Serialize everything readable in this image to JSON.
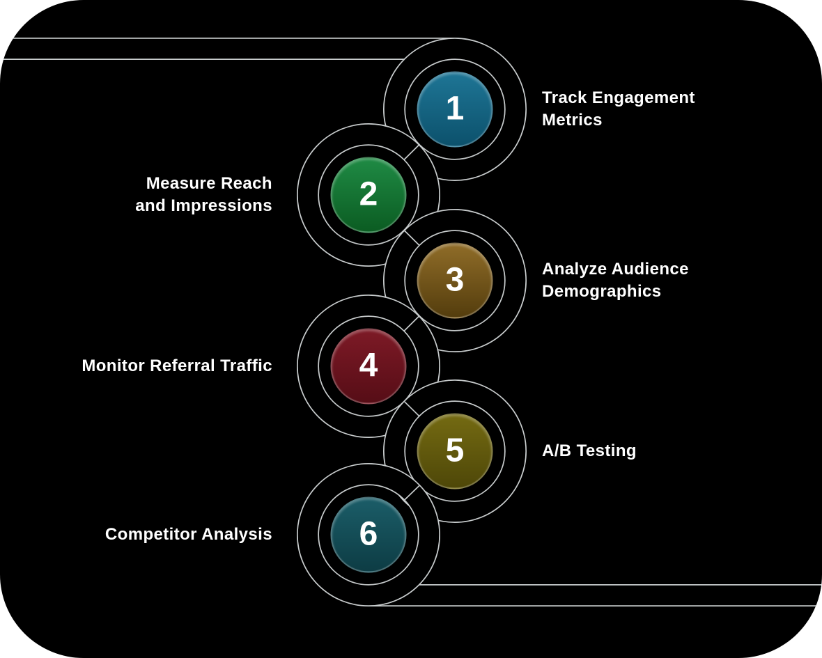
{
  "css_vars": {
    "--page-bg": "#ffffff",
    "--board-bg": "#000000",
    "--road-line": "#c9cdce",
    "--label-color": "#ffffff",
    "--number-color": "#ffffff"
  },
  "steps": [
    {
      "number": "1",
      "label": "Track Engagement\nMetrics",
      "color_top": "#1e7595",
      "color_bottom": "#0c516c",
      "side": "right"
    },
    {
      "number": "2",
      "label": "Measure Reach\nand Impressions",
      "color_top": "#1f8a44",
      "color_bottom": "#0b5c22",
      "side": "left"
    },
    {
      "number": "3",
      "label": "Analyze Audience\nDemographics",
      "color_top": "#8f6c28",
      "color_bottom": "#543d0d",
      "side": "right"
    },
    {
      "number": "4",
      "label": "Monitor Referral Traffic",
      "color_top": "#7d1a26",
      "color_bottom": "#560d16",
      "side": "left"
    },
    {
      "number": "5",
      "label": "A/B Testing",
      "color_top": "#746a12",
      "color_bottom": "#4e4708",
      "side": "right"
    },
    {
      "number": "6",
      "label": "Competitor Analysis",
      "color_top": "#1b5d68",
      "color_bottom": "#0d3c44",
      "side": "left"
    }
  ]
}
